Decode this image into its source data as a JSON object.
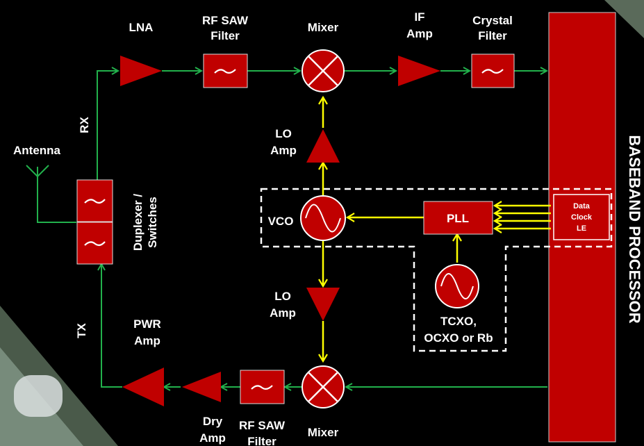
{
  "labels": {
    "lna": "LNA",
    "rf_saw_top_1": "RF SAW",
    "rf_saw_top_2": "Filter",
    "mixer_top": "Mixer",
    "if_amp_1": "IF",
    "if_amp_2": "Amp",
    "crystal_1": "Crystal",
    "crystal_2": "Filter",
    "rx": "RX",
    "antenna": "Antenna",
    "duplexer_1": "Duplexer /",
    "duplexer_2": "Switches",
    "lo_amp_top_1": "LO",
    "lo_amp_top_2": "Amp",
    "vco": "VCO",
    "pll": "PLL",
    "data_1": "Data",
    "data_2": "Clock",
    "data_3": "LE",
    "lo_amp_bot_1": "LO",
    "lo_amp_bot_2": "Amp",
    "tcxo_1": "TCXO,",
    "tcxo_2": "OCXO or Rb",
    "tx": "TX",
    "pwr_amp_1": "PWR",
    "pwr_amp_2": "Amp",
    "dry_amp_1": "Dry",
    "dry_amp_2": "Amp",
    "rf_saw_bot_1": "RF SAW",
    "rf_saw_bot_2": "Filter",
    "mixer_bot": "Mixer",
    "baseband": "BASEBAND PROCESSOR"
  },
  "colors": {
    "block": "#c00000",
    "block_stroke": "#e8e8e8",
    "rf_path": "#22b14c",
    "lo_path": "#ffff00",
    "dashed": "#ffffff",
    "background": "#000000"
  }
}
